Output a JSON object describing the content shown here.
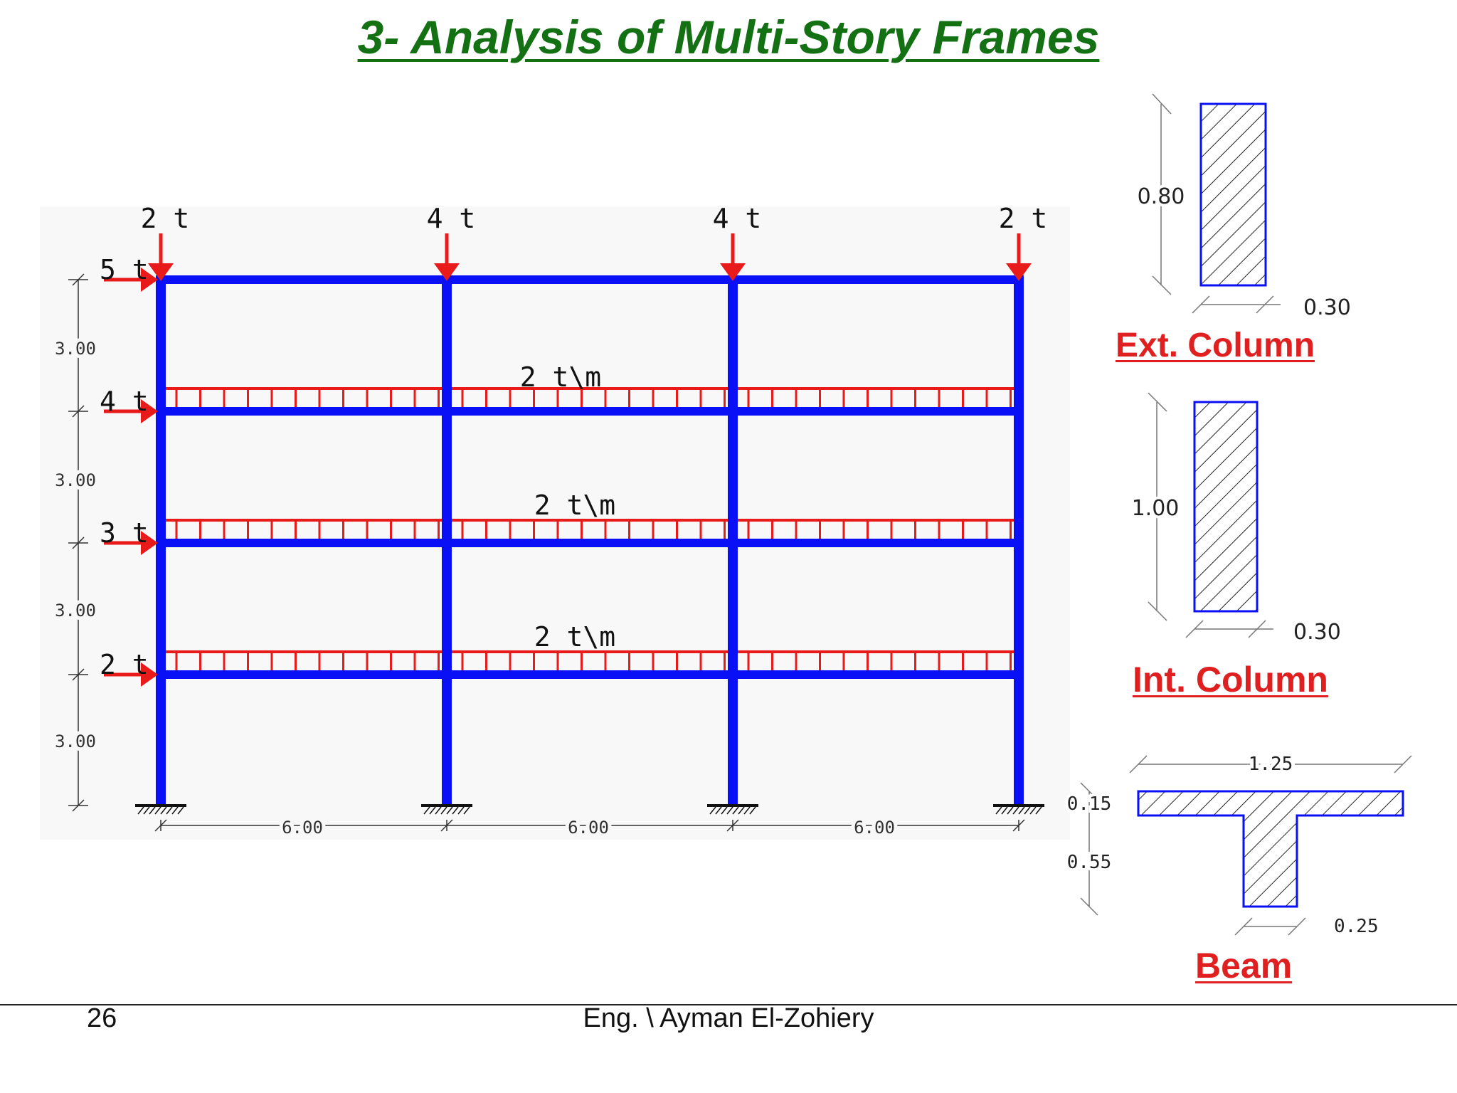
{
  "title": "3- Analysis of Multi-Story Frames",
  "frame": {
    "point_loads_top": [
      "2 t",
      "4 t",
      "4 t",
      "2 t"
    ],
    "lateral_loads": [
      "5 t",
      "4 t",
      "3 t",
      "2 t"
    ],
    "distributed_loads": [
      "2 t\\m",
      "2 t\\m",
      "2 t\\m"
    ],
    "story_heights": [
      "3.00",
      "3.00",
      "3.00",
      "3.00"
    ],
    "bay_widths": [
      "6.00",
      "6.00",
      "6.00"
    ]
  },
  "sections": {
    "ext_column": {
      "label": "Ext. Column",
      "height": "0.80",
      "width": "0.30"
    },
    "int_column": {
      "label": "Int. Column",
      "height": "1.00",
      "width": "0.30"
    },
    "beam": {
      "label": "Beam",
      "flange_width": "1.25",
      "flange_thickness": "0.15",
      "web_depth": "0.55",
      "web_width": "0.25"
    }
  },
  "footer": {
    "page_number": "26",
    "author": "Eng. \\ Ayman El-Zohiery"
  },
  "colors": {
    "frame": "#0a10f5",
    "loads": "#e81a1a",
    "title": "#137013",
    "section_labels": "#e02020"
  }
}
